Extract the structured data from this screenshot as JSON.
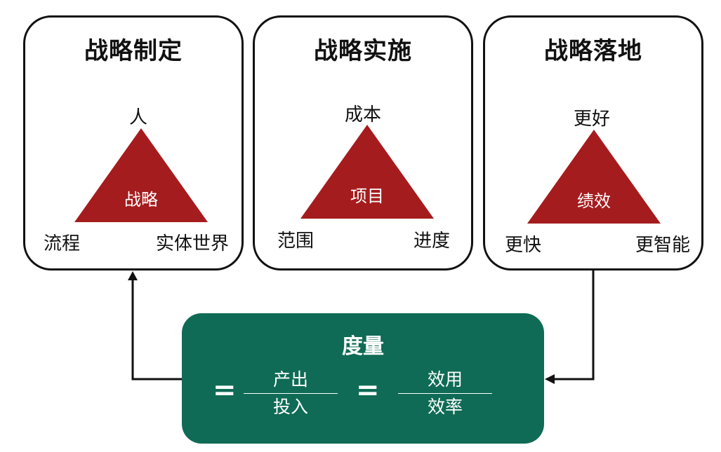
{
  "colors": {
    "triangle": "#A51C1E",
    "measure_box": "#0F6B55",
    "border": "#111111",
    "connector": "#111111"
  },
  "panels": [
    {
      "title": "战略制定",
      "center": "战略",
      "top": "人",
      "left": "流程",
      "right": "实体世界"
    },
    {
      "title": "战略实施",
      "center": "项目",
      "top": "成本",
      "left": "范围",
      "right": "进度"
    },
    {
      "title": "战略落地",
      "center": "绩效",
      "top": "更好",
      "left": "更快",
      "right": "更智能"
    }
  ],
  "measure": {
    "title": "度量",
    "eq1": "=",
    "fraction1": {
      "numerator": "产出",
      "denominator": "投入"
    },
    "eq2": "=",
    "fraction2": {
      "numerator": "效用",
      "denominator": "效率"
    }
  }
}
